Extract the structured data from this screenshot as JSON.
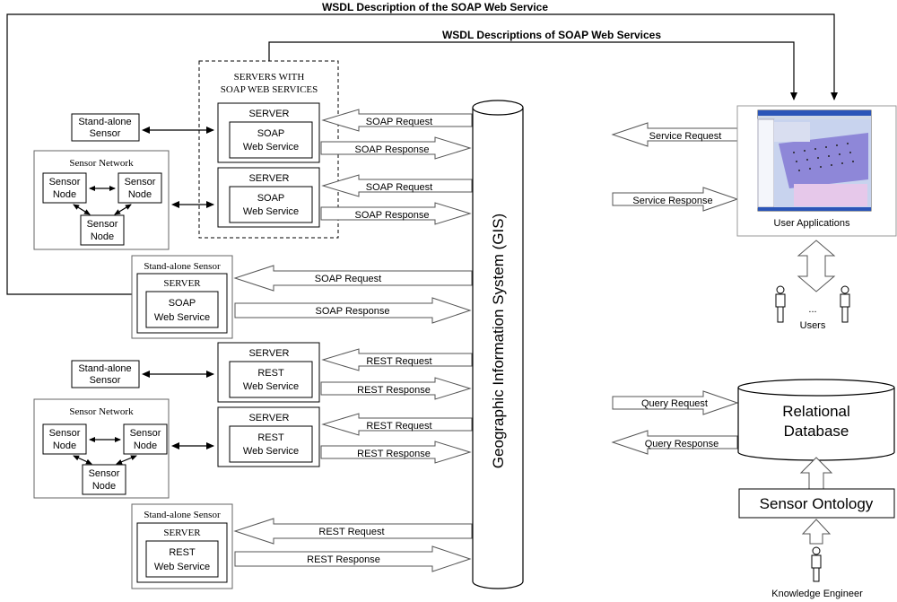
{
  "top_labels": {
    "wsdl_single": "WSDL Description of the SOAP Web Service",
    "wsdl_multi": "WSDL Descriptions of SOAP Web Services"
  },
  "servers_group_title_1": "SERVERS WITH",
  "servers_group_title_2": "SOAP WEB SERVICES",
  "server_label": "SERVER",
  "soap_ws_1": "SOAP",
  "rest_ws_1": "REST",
  "ws_2": "Web Service",
  "standalone_sensor_1": "Stand-alone",
  "standalone_sensor_2": "Sensor",
  "standalone_sensor_title": "Stand-alone Sensor",
  "sensor_network": "Sensor Network",
  "sensor_node_1": "Sensor",
  "sensor_node_2": "Node",
  "soap_request": "SOAP Request",
  "soap_response": "SOAP Response",
  "rest_request": "REST Request",
  "rest_response": "REST Response",
  "gis": "Geographic Information System (GIS)",
  "service_request": "Service Request",
  "service_response": "Service Response",
  "user_applications": "User Applications",
  "users_ellipsis": "...",
  "users": "Users",
  "query_request": "Query Request",
  "query_response": "Query Response",
  "db_1": "Relational",
  "db_2": "Database",
  "sensor_ontology": "Sensor Ontology",
  "knowledge_engineer": "Knowledge Engineer"
}
